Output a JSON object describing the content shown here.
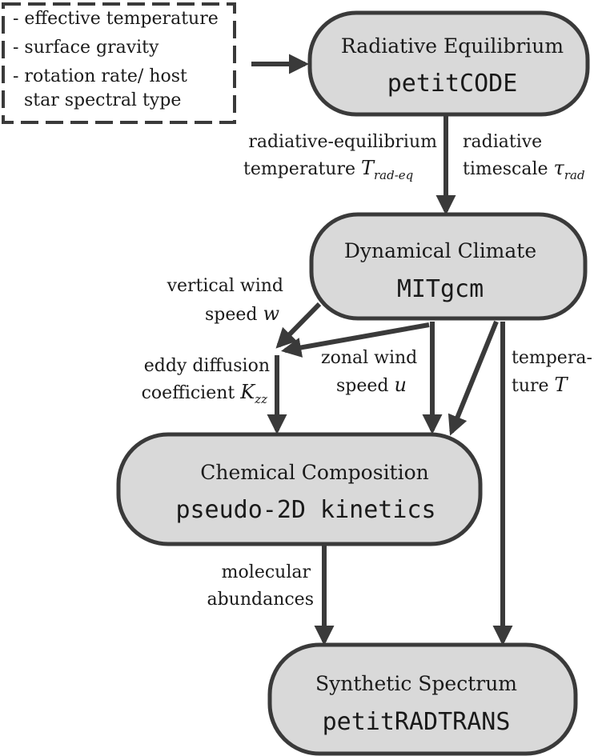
{
  "inputs": {
    "items": [
      "- effective temperature",
      "- surface gravity",
      "- rotation rate/ host",
      "  star spectral type"
    ]
  },
  "nodes": {
    "radiative": {
      "title": "Radiative Equilibrium",
      "code": "petitCODE"
    },
    "dynamical": {
      "title": "Dynamical Climate",
      "code": "MITgcm"
    },
    "chemical": {
      "title": "Chemical Composition",
      "code": "pseudo-2D kinetics"
    },
    "spectrum": {
      "title": "Synthetic Spectrum",
      "code": "petitRADTRANS"
    }
  },
  "edges": {
    "teq": {
      "line1": "radiative-equilibrium",
      "line2_text": "temperature ",
      "sym": "T",
      "sub": "rad-eq"
    },
    "tau": {
      "line1": "radiative",
      "line2_text": "timescale ",
      "sym": "τ",
      "sub": "rad"
    },
    "w": {
      "line1": "vertical wind",
      "line2_text": "speed ",
      "sym": "w"
    },
    "kzz": {
      "line1": "eddy diffusion",
      "line2_text": "coefficient ",
      "sym": "K",
      "sub": "zz"
    },
    "u": {
      "line1": "zonal wind",
      "line2_text": "speed ",
      "sym": "u"
    },
    "temp": {
      "line1": "tempera-",
      "line2_text": "ture ",
      "sym": "T"
    },
    "abund": {
      "line1": "molecular",
      "line2": "abundances"
    }
  }
}
